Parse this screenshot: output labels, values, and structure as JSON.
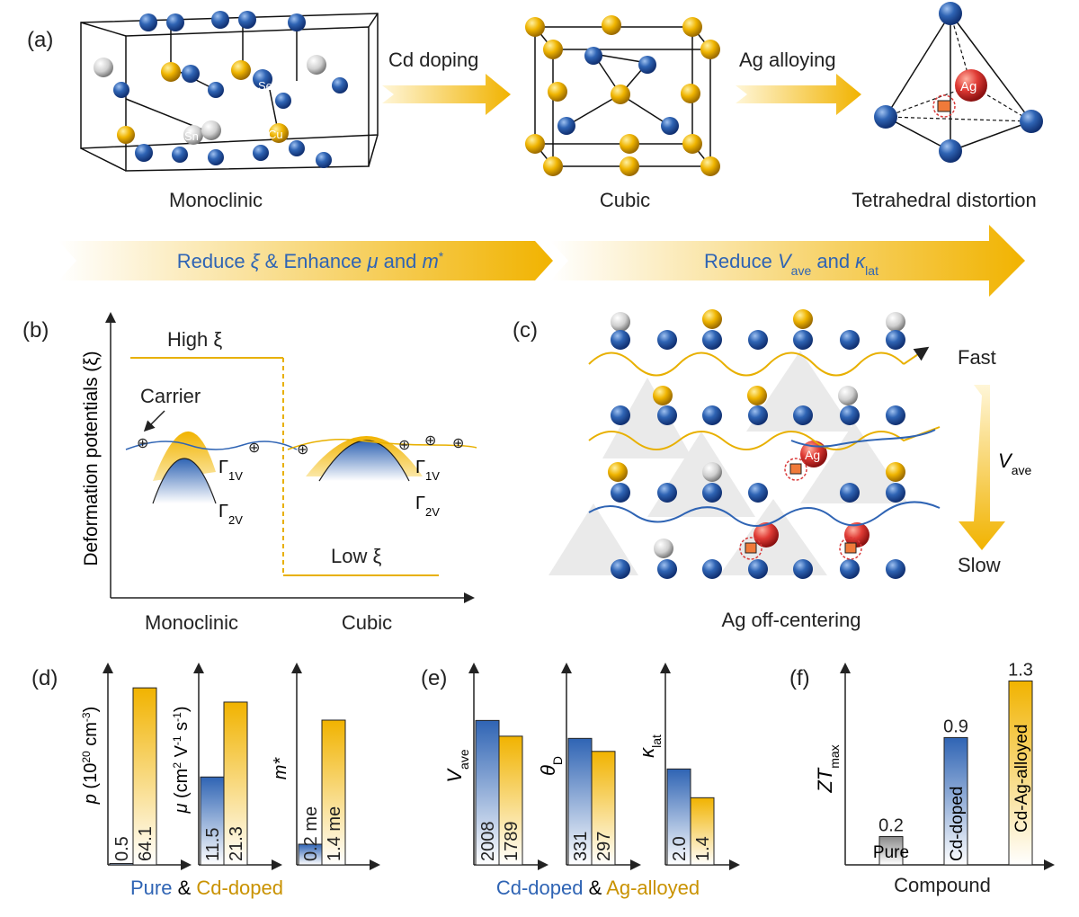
{
  "panel_a": {
    "label": "(a)",
    "atom_labels": [
      "Se",
      "Sn",
      "Cu"
    ],
    "arrow1": "Cd doping",
    "arrow2": "Ag alloying",
    "ag_atom": "Ag",
    "structures": [
      "Monoclinic",
      "Cubic",
      "Tetrahedral distortion"
    ]
  },
  "banners": {
    "left": {
      "t1": "Reduce ",
      "xi": "ξ",
      "t2": " & Enhance ",
      "mu": "μ",
      "t3": " and ",
      "m": "m",
      "sup": "*"
    },
    "right": {
      "t1": "Reduce ",
      "V": "V",
      "Vsub": "ave",
      "t2": " and ",
      "k": "κ",
      "ksub": "lat"
    }
  },
  "panel_b": {
    "label": "(b)",
    "ylabel": "Deformation potentials (ξ)",
    "high": "High ξ",
    "low": "Low ξ",
    "carrier": "Carrier",
    "g1": "Γ",
    "g1sub": "1V",
    "g2": "Γ",
    "g2sub": "2V",
    "x_left": "Monoclinic",
    "x_right": "Cubic"
  },
  "panel_c": {
    "label": "(c)",
    "fast": "Fast",
    "slow": "Slow",
    "V": "V",
    "Vsub": "ave",
    "ag": "Ag",
    "caption": "Ag off-centering"
  },
  "panel_d": {
    "label": "(d)",
    "ylabels": {
      "p": "p",
      "p_unit": " (10",
      "p_exp": "20",
      "p_unit2": " cm",
      "p_exp2": "-3",
      "p_close": ")",
      "mu": "μ",
      "mu_unit": " (cm",
      "mu_exp": "2",
      "mu_unit2": " V",
      "mu_exp2": "-1",
      "mu_unit3": " s",
      "mu_exp3": "-1",
      "mu_close": ")",
      "m": "m*"
    },
    "legend": {
      "a": "Pure",
      "amp": " & ",
      "b": "Cd-doped"
    }
  },
  "panel_e": {
    "label": "(e)",
    "ylabels": {
      "V": "V",
      "Vsub": "ave",
      "theta": "θ",
      "thetasub": "D",
      "k": "κ",
      "ksub": "lat"
    },
    "legend": {
      "a": "Cd-doped",
      "amp": " & ",
      "b": "Ag-alloyed"
    }
  },
  "panel_f": {
    "label": "(f)",
    "ylabel": "ZT",
    "ylabel_sub": "max",
    "xlabel": "Compound"
  },
  "colors": {
    "blue": "#2f64b4",
    "gold": "#f0b000",
    "grey": "#9a9a9a",
    "red": "#d93a3a"
  },
  "chart_data": [
    {
      "type": "bar",
      "panel": "d",
      "categories": [
        "Pure",
        "Cd-doped"
      ],
      "series": [
        {
          "name": "p",
          "values": [
            0.5,
            64.1
          ]
        }
      ],
      "labels": [
        "0.5",
        "64.1"
      ]
    },
    {
      "type": "bar",
      "panel": "d",
      "categories": [
        "Pure",
        "Cd-doped"
      ],
      "series": [
        {
          "name": "μ",
          "values": [
            11.5,
            21.3
          ]
        }
      ],
      "labels": [
        "11.5",
        "21.3"
      ]
    },
    {
      "type": "bar",
      "panel": "d",
      "categories": [
        "Pure",
        "Cd-doped"
      ],
      "series": [
        {
          "name": "m*",
          "values": [
            0.2,
            1.4
          ]
        }
      ],
      "labels": [
        "0.2 me",
        "1.4 me"
      ]
    },
    {
      "type": "bar",
      "panel": "e",
      "categories": [
        "Cd-doped",
        "Ag-alloyed"
      ],
      "series": [
        {
          "name": "Vave",
          "values": [
            2008,
            1789
          ]
        }
      ],
      "labels": [
        "2008",
        "1789"
      ]
    },
    {
      "type": "bar",
      "panel": "e",
      "categories": [
        "Cd-doped",
        "Ag-alloyed"
      ],
      "series": [
        {
          "name": "θD",
          "values": [
            331,
            297
          ]
        }
      ],
      "labels": [
        "331",
        "297"
      ]
    },
    {
      "type": "bar",
      "panel": "e",
      "categories": [
        "Cd-doped",
        "Ag-alloyed"
      ],
      "series": [
        {
          "name": "κlat",
          "values": [
            2.0,
            1.4
          ]
        }
      ],
      "labels": [
        "2.0",
        "1.4"
      ]
    },
    {
      "type": "bar",
      "panel": "f",
      "categories": [
        "Pure",
        "Cd-doped",
        "Cd-Ag-alloyed"
      ],
      "series": [
        {
          "name": "ZTmax",
          "values": [
            0.2,
            0.9,
            1.3
          ]
        }
      ],
      "labels": [
        "0.2",
        "0.9",
        "1.3"
      ],
      "xlabel": "Compound",
      "ylabel": "ZTmax"
    }
  ]
}
